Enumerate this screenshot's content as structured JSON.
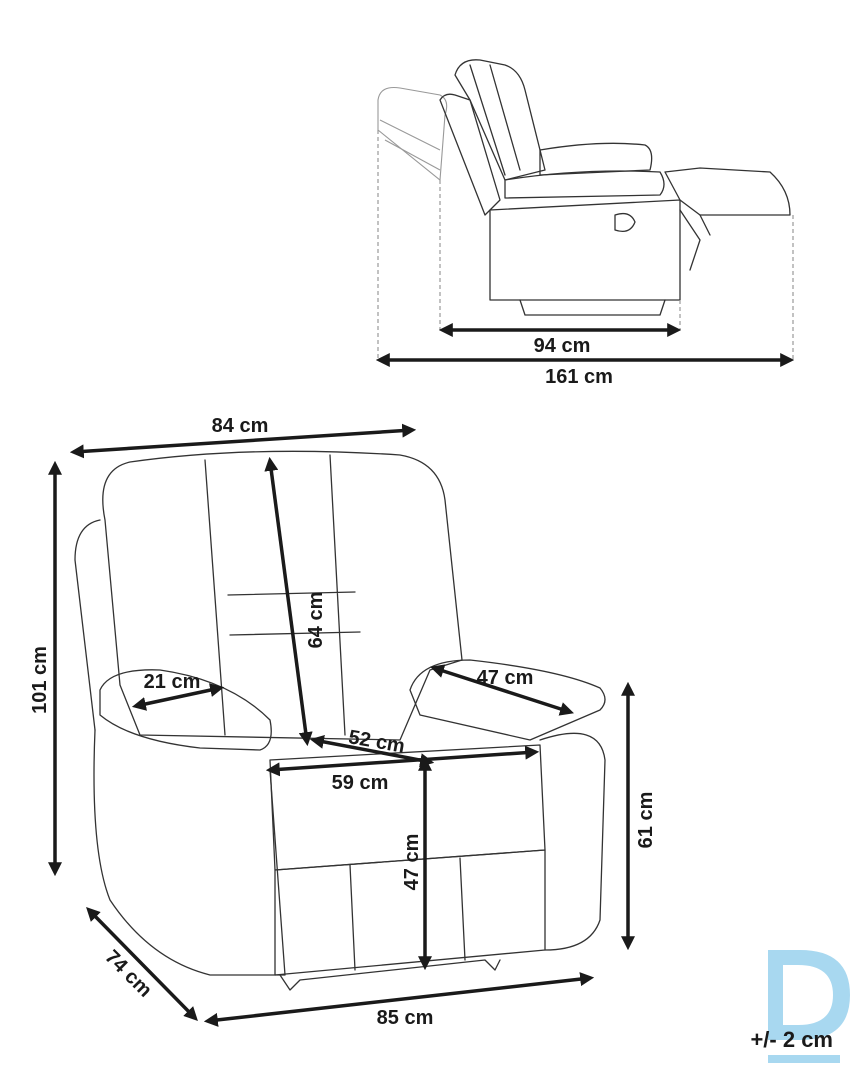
{
  "dimensions": {
    "seat_depth_side": "94 cm",
    "reclined_length": "161 cm",
    "width_top": "84 cm",
    "total_height": "101 cm",
    "backrest_height": "64 cm",
    "armrest_width": "21 cm",
    "armrest_length": "47 cm",
    "seat_depth": "52 cm",
    "seat_width": "59 cm",
    "seat_height": "47 cm",
    "armrest_height": "61 cm",
    "depth": "74 cm",
    "width_bottom": "85 cm"
  },
  "tolerance": "+/- 2 cm",
  "logo": {
    "letter": "D",
    "color": "#a8d8f0"
  }
}
